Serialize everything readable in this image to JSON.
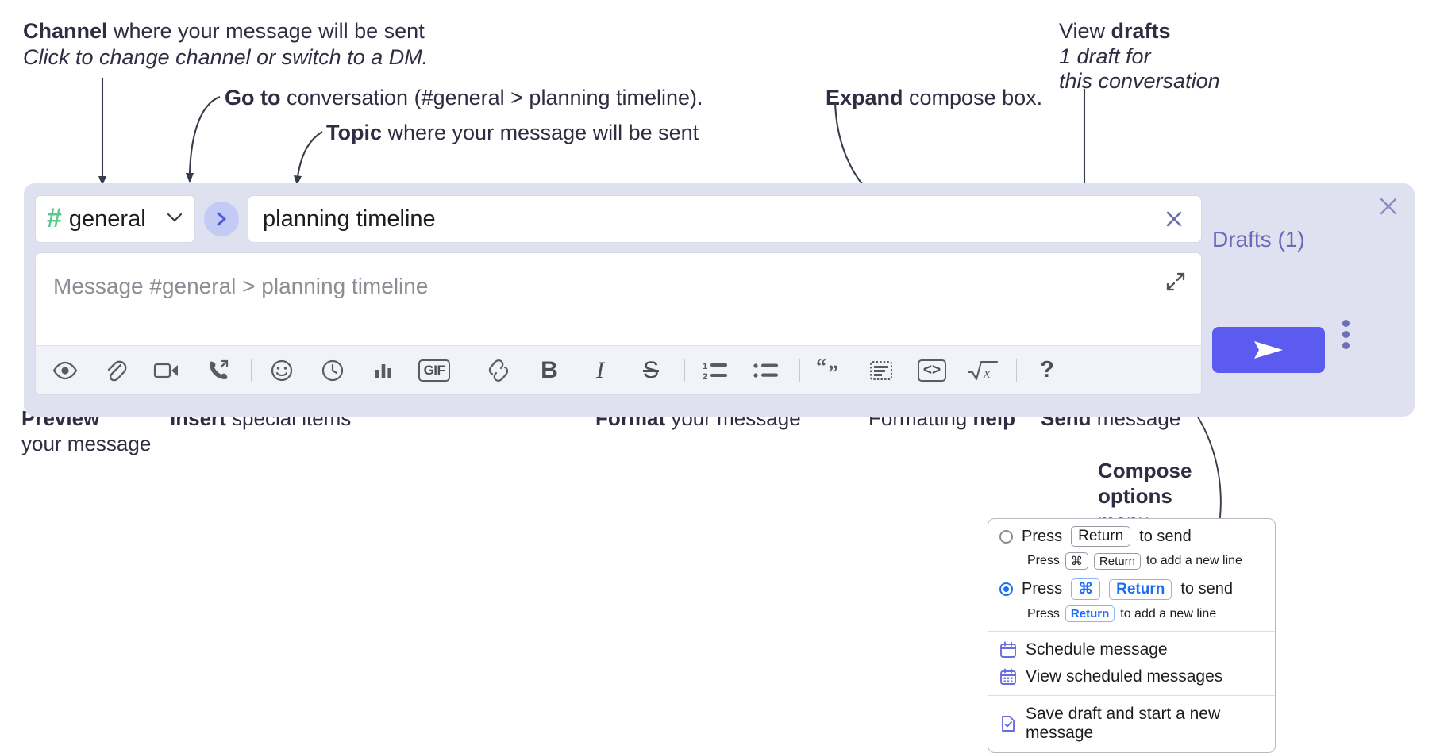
{
  "annotations": {
    "channel": {
      "bold": "Channel",
      "rest": " where your message will be sent",
      "italic": "Click to change channel or switch to a DM."
    },
    "goto": {
      "bold": "Go to",
      "rest": " conversation (#general > planning timeline)."
    },
    "topic": {
      "bold": "Topic",
      "rest": " where your message will be sent"
    },
    "expand": {
      "bold": "Expand",
      "rest": " compose box."
    },
    "drafts": {
      "line1_normal": "View ",
      "line1_bold": "drafts",
      "line2": "1 draft for",
      "line3": "this conversation"
    },
    "preview": {
      "bold": "Preview",
      "rest": "your message"
    },
    "insert": {
      "bold": "Insert",
      "rest": " special items"
    },
    "format": {
      "bold": "Format",
      "rest": " your message"
    },
    "help": {
      "normal": "Formatting ",
      "bold": "help"
    },
    "send": {
      "bold": "Send",
      "rest": " message"
    },
    "compose_options": {
      "bold1": "Compose",
      "bold2": "options",
      "rest": "menu"
    }
  },
  "compose": {
    "channel_name": "general",
    "channel_hash": "#",
    "topic_value": "planning timeline",
    "message_placeholder": "Message #general > planning timeline",
    "drafts_label": "Drafts (1)",
    "toolbar_insert": [
      {
        "name": "preview-icon",
        "glyph": "eye"
      },
      {
        "name": "attachment-icon",
        "glyph": "paperclip"
      },
      {
        "name": "video-icon",
        "glyph": "video"
      },
      {
        "name": "huddle-icon",
        "glyph": "phone"
      },
      {
        "name": "emoji-icon",
        "glyph": "smiley"
      },
      {
        "name": "reminder-icon",
        "glyph": "clock"
      },
      {
        "name": "poll-icon",
        "glyph": "bars"
      },
      {
        "name": "gif-icon",
        "glyph": "GIF"
      }
    ],
    "toolbar_format": [
      {
        "name": "link-icon",
        "glyph": "link"
      },
      {
        "name": "bold-icon",
        "glyph": "B"
      },
      {
        "name": "italic-icon",
        "glyph": "I"
      },
      {
        "name": "strikethrough-icon",
        "glyph": "S"
      },
      {
        "name": "ordered-list-icon",
        "glyph": "1 2"
      },
      {
        "name": "bulleted-list-icon",
        "glyph": "bullets"
      },
      {
        "name": "blockquote-icon",
        "glyph": "quote"
      },
      {
        "name": "code-block-icon",
        "glyph": "codeblock"
      },
      {
        "name": "inline-code-icon",
        "glyph": "<>"
      },
      {
        "name": "latex-icon",
        "glyph": "sqrt-x"
      },
      {
        "name": "help-icon",
        "glyph": "?"
      }
    ]
  },
  "popup": {
    "option1": {
      "pre": "Press ",
      "key": "Return",
      "post": " to send",
      "sub_pre": "Press ",
      "sub_key1": "⌘",
      "sub_key2": "Return",
      "sub_post": " to add a new line",
      "selected": false
    },
    "option2": {
      "pre": "Press ",
      "key1": "⌘",
      "key2": "Return",
      "post": " to send",
      "sub_pre": "Press ",
      "sub_key": "Return",
      "sub_post": " to add a new line",
      "selected": true
    },
    "items": [
      {
        "label": "Schedule message",
        "icon": "calendar-icon"
      },
      {
        "label": "View scheduled messages",
        "icon": "calendar-grid-icon"
      },
      {
        "label": "Save draft and start a new message",
        "icon": "draft-check-icon"
      }
    ]
  },
  "colors": {
    "panel_bg": "#dfe1f0",
    "send_button": "#5b5bf0",
    "hash_green": "#5bc98d",
    "goto_circle": "#c3cbf5",
    "drafts_text": "#6a6bb8",
    "radio_blue": "#1d6ef5"
  }
}
